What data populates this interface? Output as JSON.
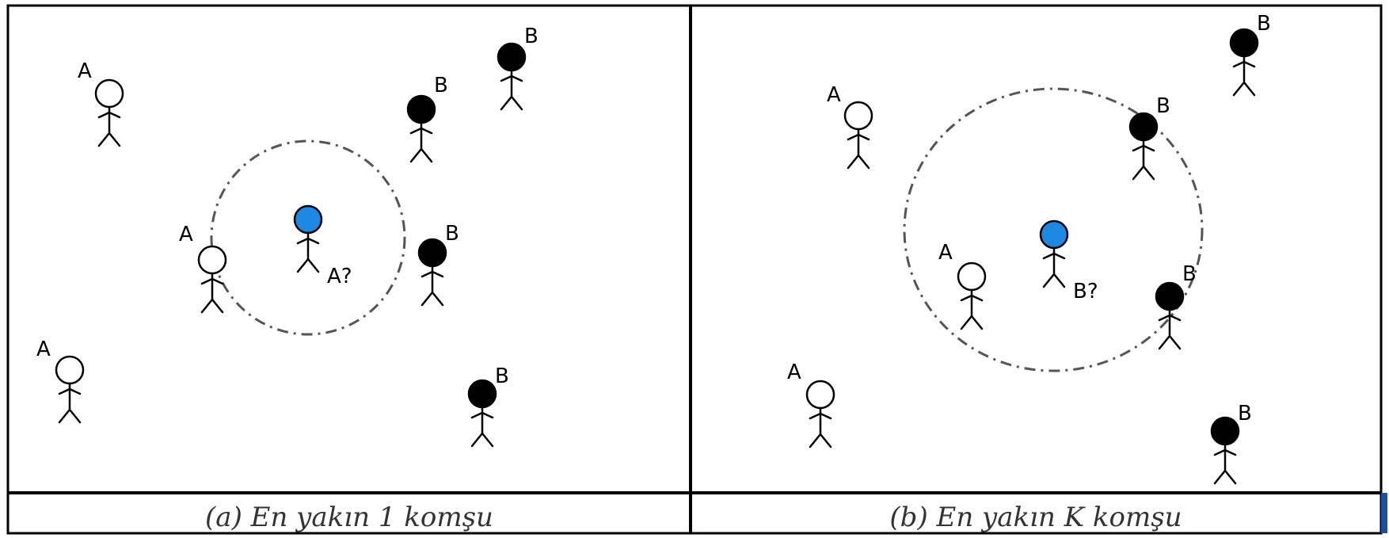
{
  "panels": [
    {
      "id": "a",
      "caption": "(a) En yakın 1 komşu",
      "query_label": "A?",
      "figures": [
        {
          "label": "A"
        },
        {
          "label": "A"
        },
        {
          "label": "A"
        },
        {
          "label": "B"
        },
        {
          "label": "B"
        },
        {
          "label": "B"
        },
        {
          "label": "B"
        }
      ]
    },
    {
      "id": "b",
      "caption": "(b) En yakın K komşu",
      "query_label": "B?",
      "figures": [
        {
          "label": "A"
        },
        {
          "label": "A"
        },
        {
          "label": "A"
        },
        {
          "label": "B"
        },
        {
          "label": "B"
        },
        {
          "label": "B"
        },
        {
          "label": "B"
        }
      ]
    }
  ],
  "colors": {
    "class_a": "#ffffff",
    "class_b": "#000000",
    "query": "#1e88e5",
    "ring": "#555555",
    "border": "#000000"
  }
}
